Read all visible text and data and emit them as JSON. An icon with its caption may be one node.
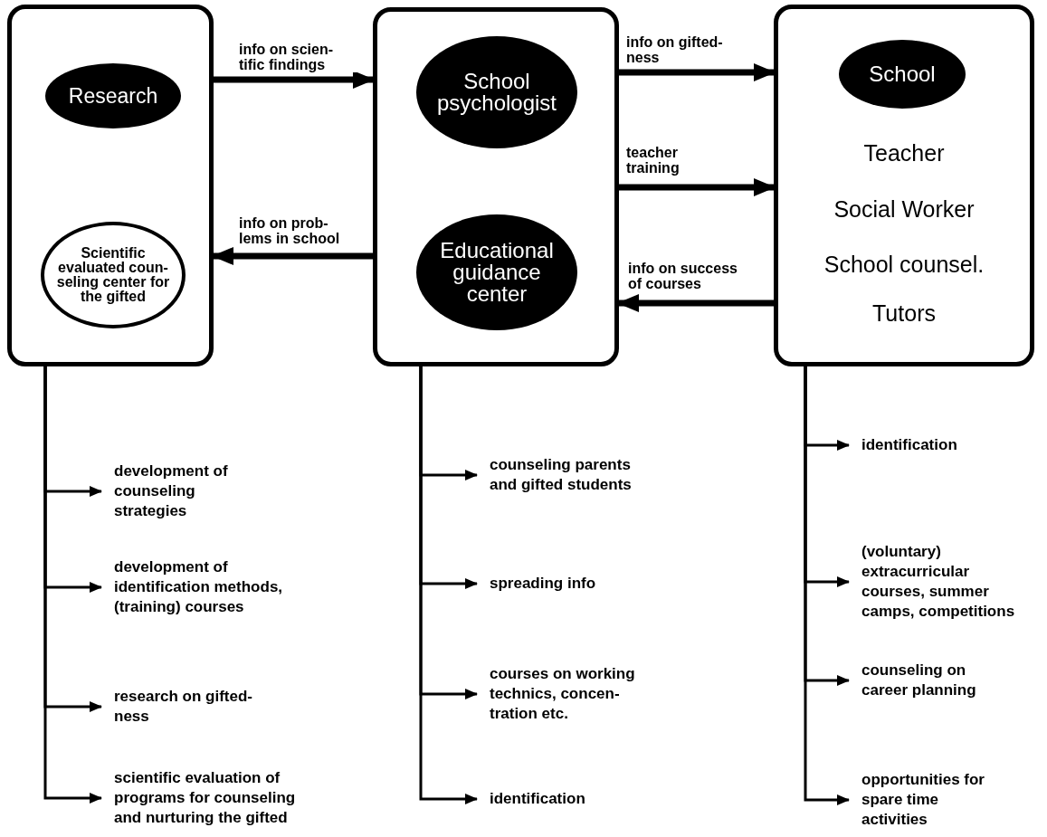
{
  "diagram": {
    "nodes": [
      {
        "text": [],
        "shape": "box"
      },
      {
        "text": [
          "Research"
        ],
        "in": 0
      },
      {
        "text": [
          "Scientific evaluated coun- seling center for the gifted"
        ],
        "in": 0
      },
      {
        "text": [],
        "shape": "box"
      },
      {
        "text": [
          "School psychologist"
        ],
        "in": 3
      },
      {
        "text": [
          "Educational guidance center"
        ],
        "in": 3
      },
      {
        "text": [
          "Teacher",
          "Social Worker",
          "School counsel.",
          "Tutors"
        ]
      },
      {
        "text": [
          "School"
        ],
        "in": 6
      },
      {
        "text": [
          "development of counseling strategies"
        ]
      },
      {
        "text": [
          "development of identification methods, (training) courses"
        ]
      },
      {
        "text": [
          "research on gifted- ness"
        ]
      },
      {
        "text": [
          "scientific evaluation of programs for counseling and nurturing the gifted"
        ]
      },
      {
        "text": [
          "counseling parents and gifted students"
        ]
      },
      {
        "text": [
          "spreading info"
        ]
      },
      {
        "text": [
          "courses on working technics, concen- tration etc."
        ]
      },
      {
        "text": [
          "identification"
        ]
      },
      {
        "text": [
          "identification"
        ]
      },
      {
        "text": [
          "(voluntary) extracurricular courses, summer camps, competitions"
        ]
      },
      {
        "text": [
          "counseling on career planning"
        ]
      },
      {
        "text": [
          "opportunities for spare time activities"
        ]
      }
    ],
    "edges": [
      {
        "from": 0,
        "to": 3,
        "arrow": "to",
        "label": "info on scien- tific findings",
        "style": "thick"
      },
      {
        "from": 3,
        "to": 6,
        "arrow": "to",
        "label": "info on gifted- ness",
        "style": "thick"
      },
      {
        "from": 3,
        "to": 6,
        "arrow": "to",
        "label": "teacher training",
        "style": "thick"
      },
      {
        "from": 3,
        "to": 0,
        "arrow": "to",
        "label": "info on prob- lems in school",
        "style": "thick"
      },
      {
        "from": 6,
        "to": 3,
        "arrow": "to",
        "label": "info on success of courses",
        "style": "thick"
      },
      {
        "from": 0,
        "to": 8,
        "arrow": "to"
      },
      {
        "from": 0,
        "to": 9,
        "arrow": "to"
      },
      {
        "from": 0,
        "to": 10,
        "arrow": "to"
      },
      {
        "from": 0,
        "to": 11,
        "arrow": "to"
      },
      {
        "from": 3,
        "to": 12,
        "arrow": "to"
      },
      {
        "from": 3,
        "to": 13,
        "arrow": "to"
      },
      {
        "from": 3,
        "to": 14,
        "arrow": "to"
      },
      {
        "from": 3,
        "to": 15,
        "arrow": "to"
      },
      {
        "from": 6,
        "to": 16,
        "arrow": "to"
      },
      {
        "from": 6,
        "to": 17,
        "arrow": "to"
      },
      {
        "from": 6,
        "to": 18,
        "arrow": "to"
      },
      {
        "from": 6,
        "to": 19,
        "arrow": "to"
      }
    ]
  }
}
